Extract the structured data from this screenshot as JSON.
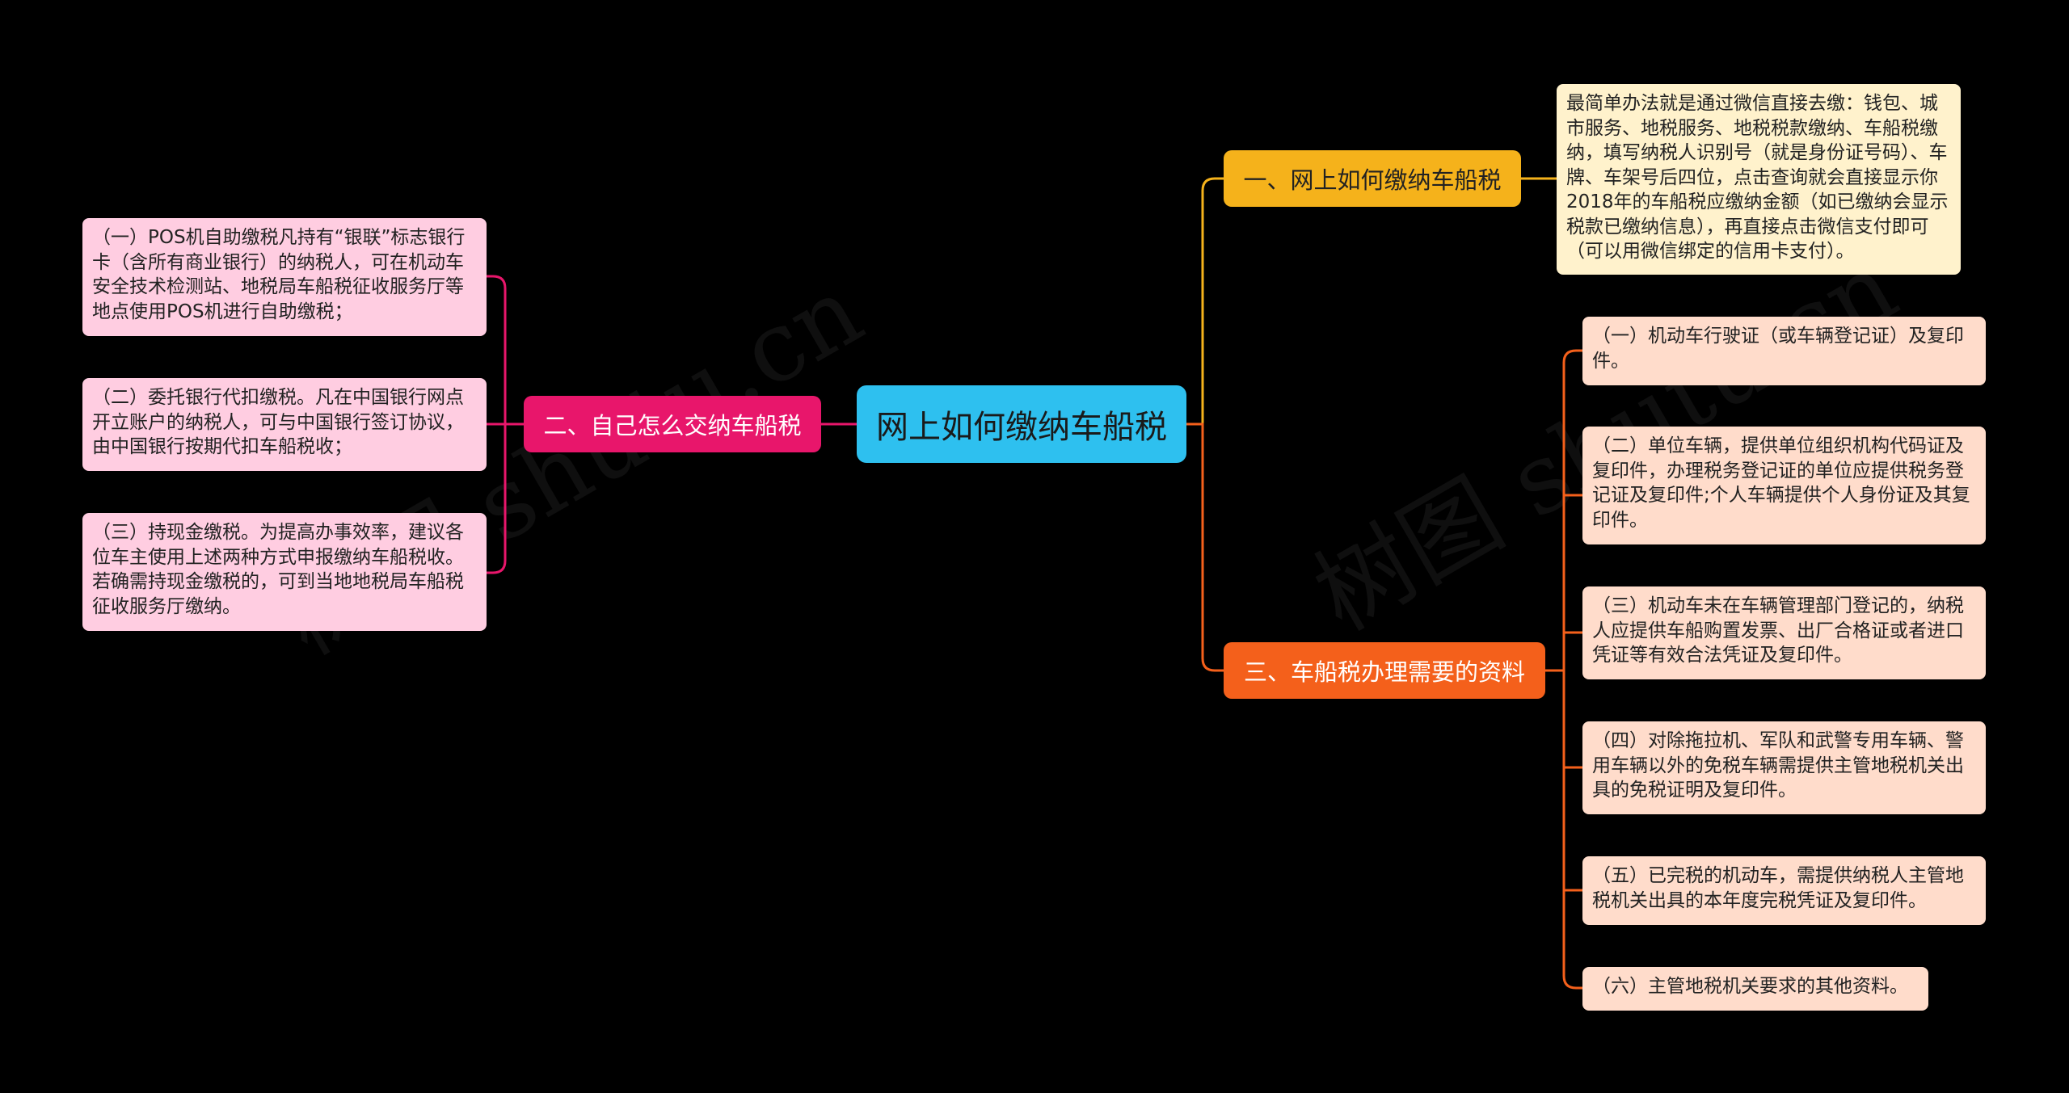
{
  "colors": {
    "background": "#000000",
    "root": "#2ec0ef",
    "branch1": "#f5b21b",
    "branch2": "#e8166b",
    "branch3": "#f4601b",
    "leaf_yellow": "#fff2cc",
    "leaf_pink": "#ffcde1",
    "leaf_orange": "#ffdccb"
  },
  "root": {
    "label": "网上如何缴纳车船税"
  },
  "branches": [
    {
      "label": "一、网上如何缴纳车船税",
      "children": [
        "最简单办法就是通过微信直接去缴：钱包、城市服务、地税服务、地税税款缴纳、车船税缴纳，填写纳税人识别号（就是身份证号码）、车牌、车架号后四位，点击查询就会直接显示你2018年的车船税应缴纳金额（如已缴纳会显示税款已缴纳信息），再直接点击微信支付即可（可以用微信绑定的信用卡支付）。"
      ]
    },
    {
      "label": "二、自己怎么交纳车船税",
      "children": [
        "（一）POS机自助缴税凡持有“银联”标志银行卡（含所有商业银行）的纳税人，可在机动车安全技术检测站、地税局车船税征收服务厅等地点使用POS机进行自助缴税；",
        "（二）委托银行代扣缴税。凡在中国银行网点开立账户的纳税人，可与中国银行签订协议，由中国银行按期代扣车船税收；",
        "（三）持现金缴税。为提高办事效率，建议各位车主使用上述两种方式申报缴纳车船税收。若确需持现金缴税的，可到当地地税局车船税征收服务厅缴纳。"
      ]
    },
    {
      "label": "三、车船税办理需要的资料",
      "children": [
        "（一）机动车行驶证（或车辆登记证）及复印件。",
        "（二）单位车辆，提供单位组织机构代码证及复印件，办理税务登记证的单位应提供税务登记证及复印件;个人车辆提供个人身份证及其复印件。",
        "（三）机动车未在车辆管理部门登记的，纳税人应提供车船购置发票、出厂合格证或者进口凭证等有效合法凭证及复印件。",
        "（四）对除拖拉机、军队和武警专用车辆、警用车辆以外的免税车辆需提供主管地税机关出具的免税证明及复印件。",
        "（五）已完税的机动车，需提供纳税人主管地税机关出具的本年度完税凭证及复印件。",
        "（六）主管地税机关要求的其他资料。"
      ]
    }
  ],
  "watermark": "树图 shutu.cn"
}
